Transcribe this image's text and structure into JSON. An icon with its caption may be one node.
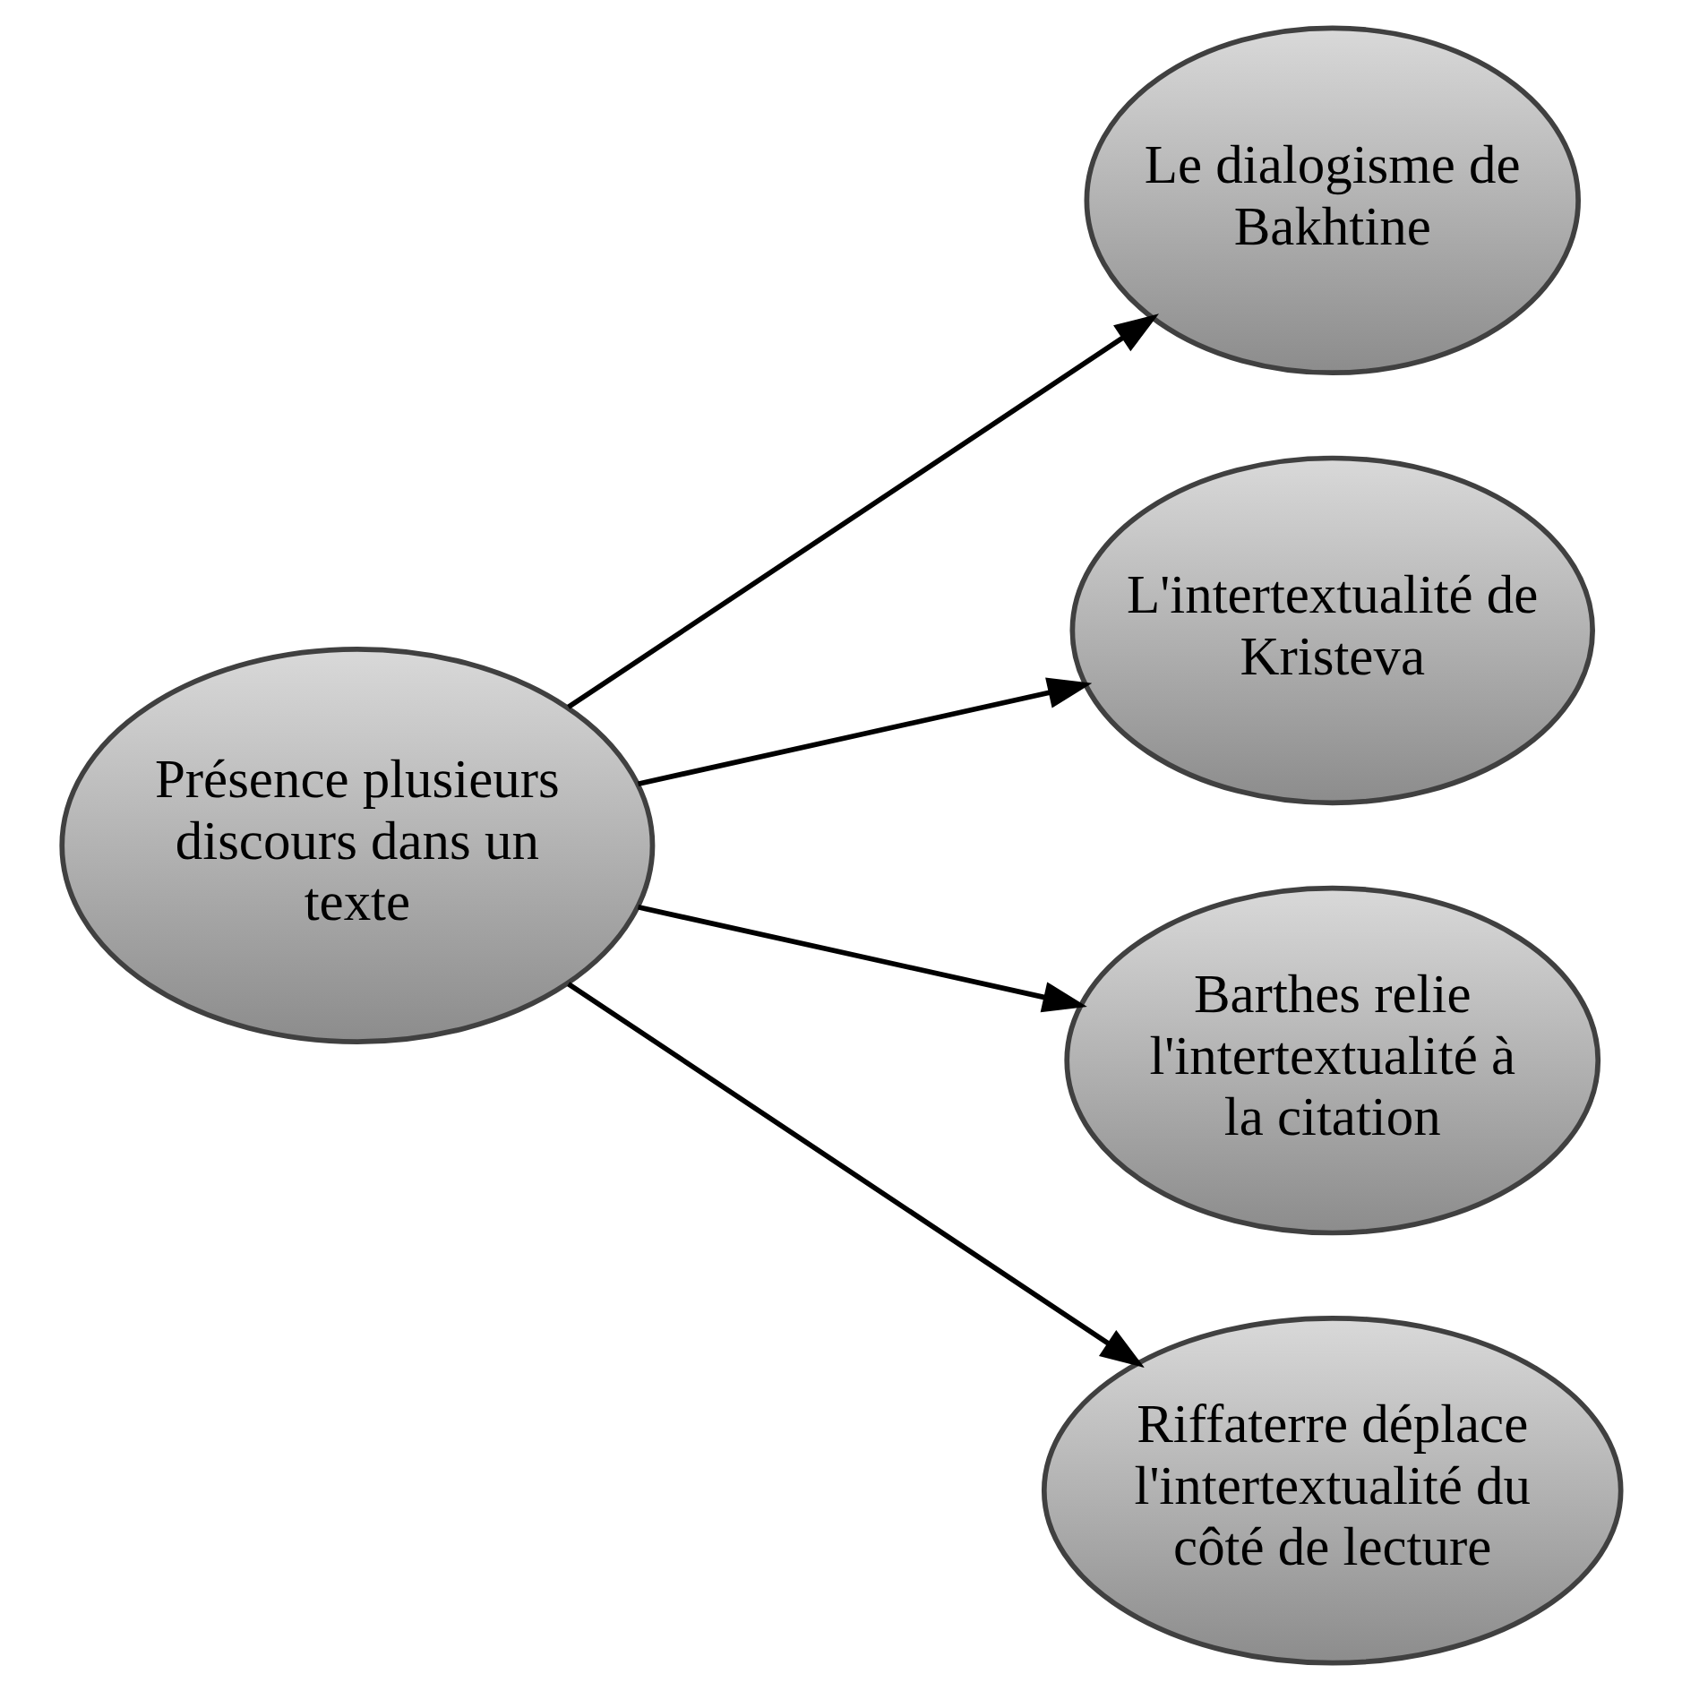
{
  "diagram": {
    "nodes": [
      {
        "text": [
          "Présence plusieurs discours dans un texte"
        ]
      },
      {
        "text": [
          "Le dialogisme de Bakhtine"
        ]
      },
      {
        "text": [
          "L'intertextualité de Kristeva"
        ]
      },
      {
        "text": [
          "Barthes relie l'intertextualité à la citation"
        ]
      },
      {
        "text": [
          "Riffaterre déplace l'intertextualité du côté de lecture"
        ]
      }
    ],
    "edges": [
      {
        "from": 0,
        "to": 1,
        "arrow": "to"
      },
      {
        "from": 0,
        "to": 2,
        "arrow": "to"
      },
      {
        "from": 0,
        "to": 3,
        "arrow": "to"
      },
      {
        "from": 0,
        "to": 4,
        "arrow": "to"
      }
    ]
  }
}
